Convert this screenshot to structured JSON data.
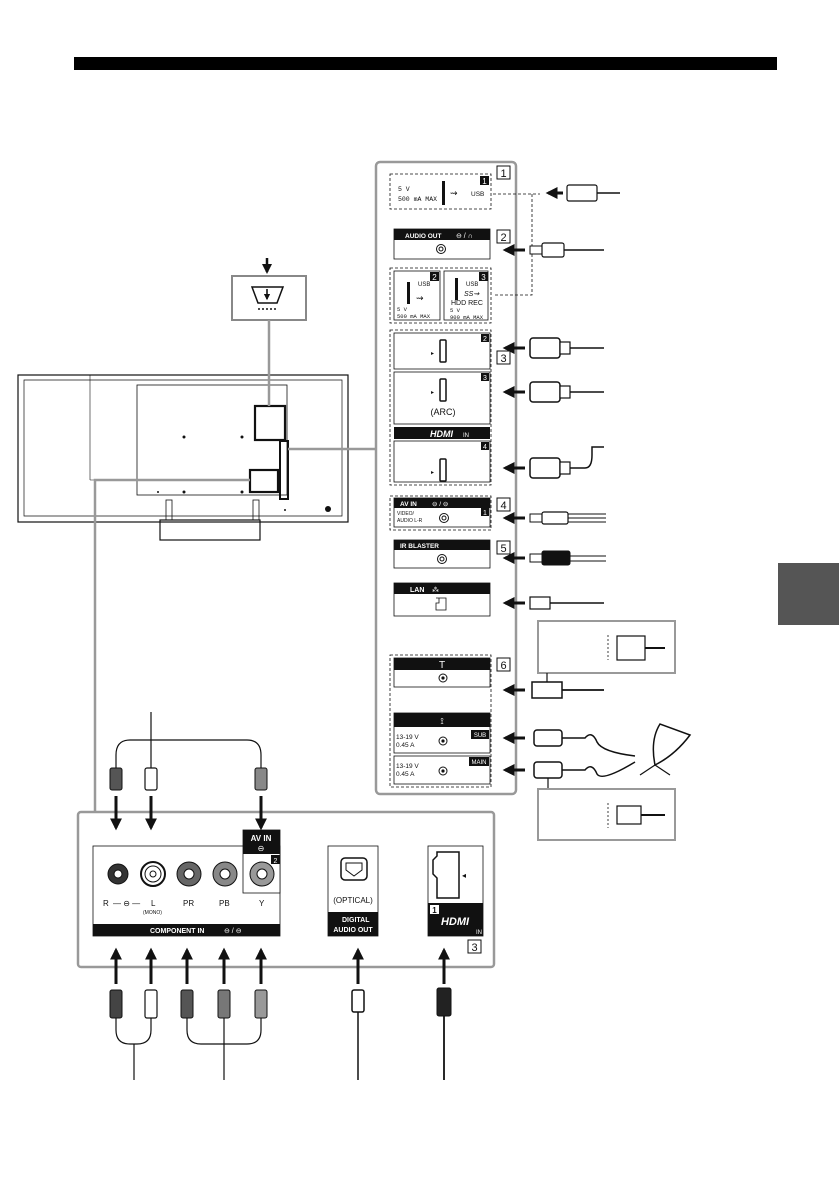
{
  "side_tab": "",
  "panel_numbers": [
    "1",
    "2",
    "3",
    "4",
    "5",
    "6"
  ],
  "usb1": {
    "num": "1",
    "voltage": "5 V",
    "current": "500 mA MAX",
    "label": "USB"
  },
  "audio_out": {
    "label": "AUDIO OUT"
  },
  "usb2": {
    "num": "2",
    "label": "USB",
    "voltage": "5 V",
    "current": "500 mA MAX"
  },
  "usb3": {
    "num": "3",
    "label": "USB",
    "sub": "HDD REC",
    "voltage": "5 V",
    "current": "900 mA MAX"
  },
  "hdmi": {
    "port2": "2",
    "port3": "3",
    "port4": "4",
    "arc": "(ARC)",
    "logo": "HDMI",
    "in": "IN"
  },
  "av_in_side": {
    "label": "AV IN",
    "num": "1",
    "sub1": "VIDEO/",
    "sub2": "AUDIO L-R"
  },
  "ir_blaster": {
    "label": "IR BLASTER"
  },
  "lan": {
    "label": "LAN"
  },
  "satellite": {
    "sub": "SUB",
    "main": "MAIN",
    "voltage": "13-19 V",
    "current": "0.45 A"
  },
  "bottom_panel": {
    "av_in": "AV IN",
    "av_num": "2",
    "r": "R",
    "l": "L",
    "mono": "(MONO)",
    "pr": "PR",
    "pb": "PB",
    "y": "Y",
    "component": "COMPONENT IN",
    "optical": "(OPTICAL)",
    "digital1": "DIGITAL",
    "digital2": "AUDIO OUT",
    "hdmi_num": "1",
    "hdmi_logo": "HDMI",
    "hdmi_in": "IN",
    "hdmi_ref": "3"
  }
}
